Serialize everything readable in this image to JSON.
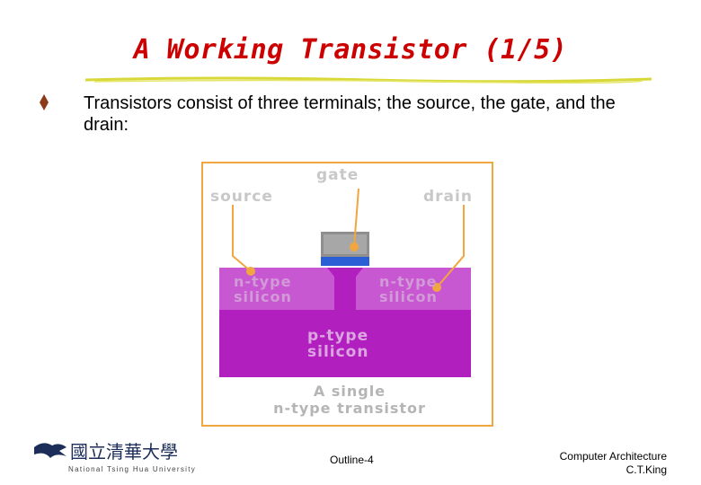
{
  "slide": {
    "title": "A Working Transistor (1/5)",
    "bullet_text": "Transistors consist of three terminals; the source, the gate, and the drain:"
  },
  "figure": {
    "label_source": "source",
    "label_gate": "gate",
    "label_drain": "drain",
    "label_n_left": "n-type\nsilicon",
    "label_n_left_l1": "n-type",
    "label_n_left_l2": "silicon",
    "label_n_right_l1": "n-type",
    "label_n_right_l2": "silicon",
    "label_p_l1": "p-type",
    "label_p_l2": "silicon",
    "caption_l1": "A single",
    "caption_l2": "n-type transistor",
    "colors": {
      "frame": "#f2a640",
      "p_silicon": "#b21fbf",
      "n_silicon": "#c857d2",
      "gate_metal": "#8f8f8f",
      "gate_oxide": "#2a5fd6",
      "lead": "#f2a640"
    }
  },
  "footer": {
    "center": "Outline-4",
    "right_line1": "Computer Architecture",
    "right_line2": "C.T.King",
    "logo_name": "National Tsing Hua University"
  }
}
